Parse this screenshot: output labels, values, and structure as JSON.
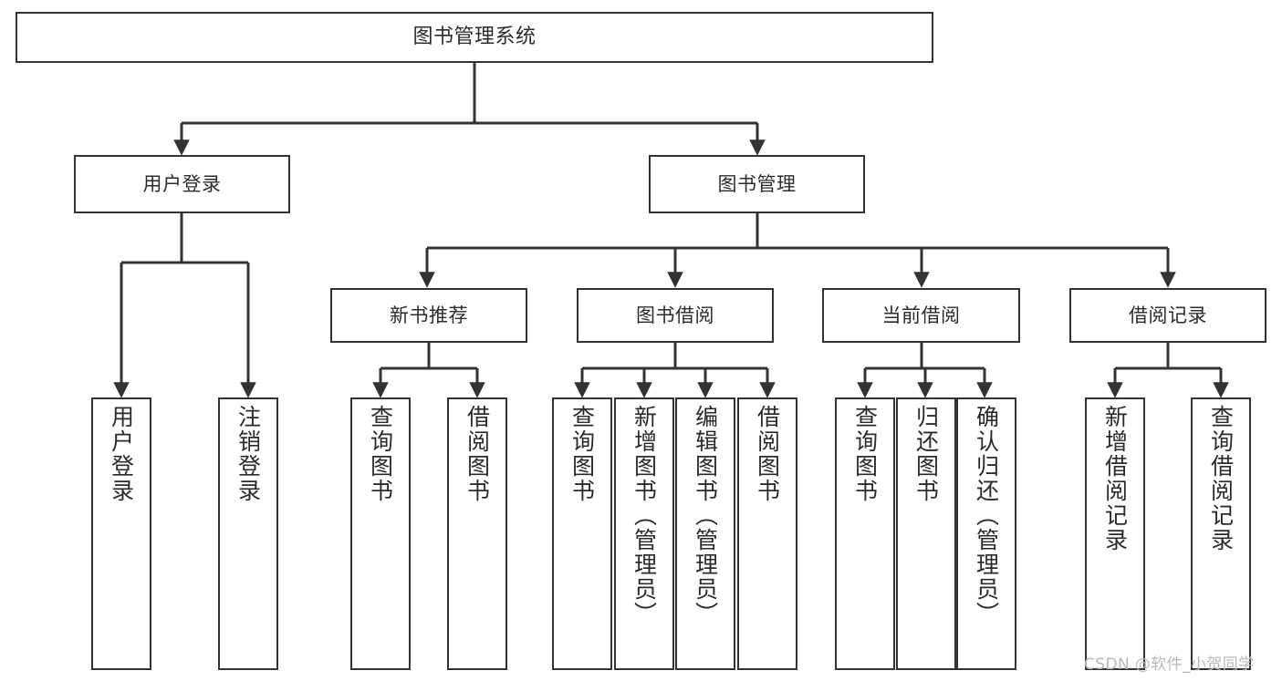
{
  "diagram": {
    "type": "tree",
    "title": "图书管理系统",
    "background": "#ffffff",
    "line_color": "#333333",
    "text_color": "#2b2b2b",
    "nodes": {
      "root": {
        "label": "图书管理系统"
      },
      "level2": [
        {
          "id": "user-login",
          "label": "用户登录"
        },
        {
          "id": "book-manage",
          "label": "图书管理"
        }
      ],
      "level3": [
        {
          "id": "new-book-recommend",
          "label": "新书推荐"
        },
        {
          "id": "book-borrow",
          "label": "图书借阅"
        },
        {
          "id": "current-borrow",
          "label": "当前借阅"
        },
        {
          "id": "borrow-record",
          "label": "借阅记录"
        }
      ],
      "leaves": {
        "user_login": [
          {
            "id": "leaf-user-login",
            "label": "用户登录"
          },
          {
            "id": "leaf-logout-login",
            "label": "注销登录"
          }
        ],
        "new_book_recommend": [
          {
            "id": "leaf-query-book-1",
            "label": "查询图书"
          },
          {
            "id": "leaf-borrow-book-1",
            "label": "借阅图书"
          }
        ],
        "book_borrow": [
          {
            "id": "leaf-query-book-2",
            "label": "查询图书"
          },
          {
            "id": "leaf-add-book",
            "label": "新增图书（管理员）"
          },
          {
            "id": "leaf-edit-book",
            "label": "编辑图书（管理员）"
          },
          {
            "id": "leaf-borrow-book-2",
            "label": "借阅图书"
          }
        ],
        "current_borrow": [
          {
            "id": "leaf-query-book-3",
            "label": "查询图书"
          },
          {
            "id": "leaf-return-book",
            "label": "归还图书"
          },
          {
            "id": "leaf-confirm-return",
            "label": "确认归还（管理员）"
          }
        ],
        "borrow_record": [
          {
            "id": "leaf-add-record",
            "label": "新增借阅记录"
          },
          {
            "id": "leaf-query-record",
            "label": "查询借阅记录"
          }
        ]
      }
    }
  },
  "watermark": {
    "text": "CSDN @软件_小贺同学"
  }
}
